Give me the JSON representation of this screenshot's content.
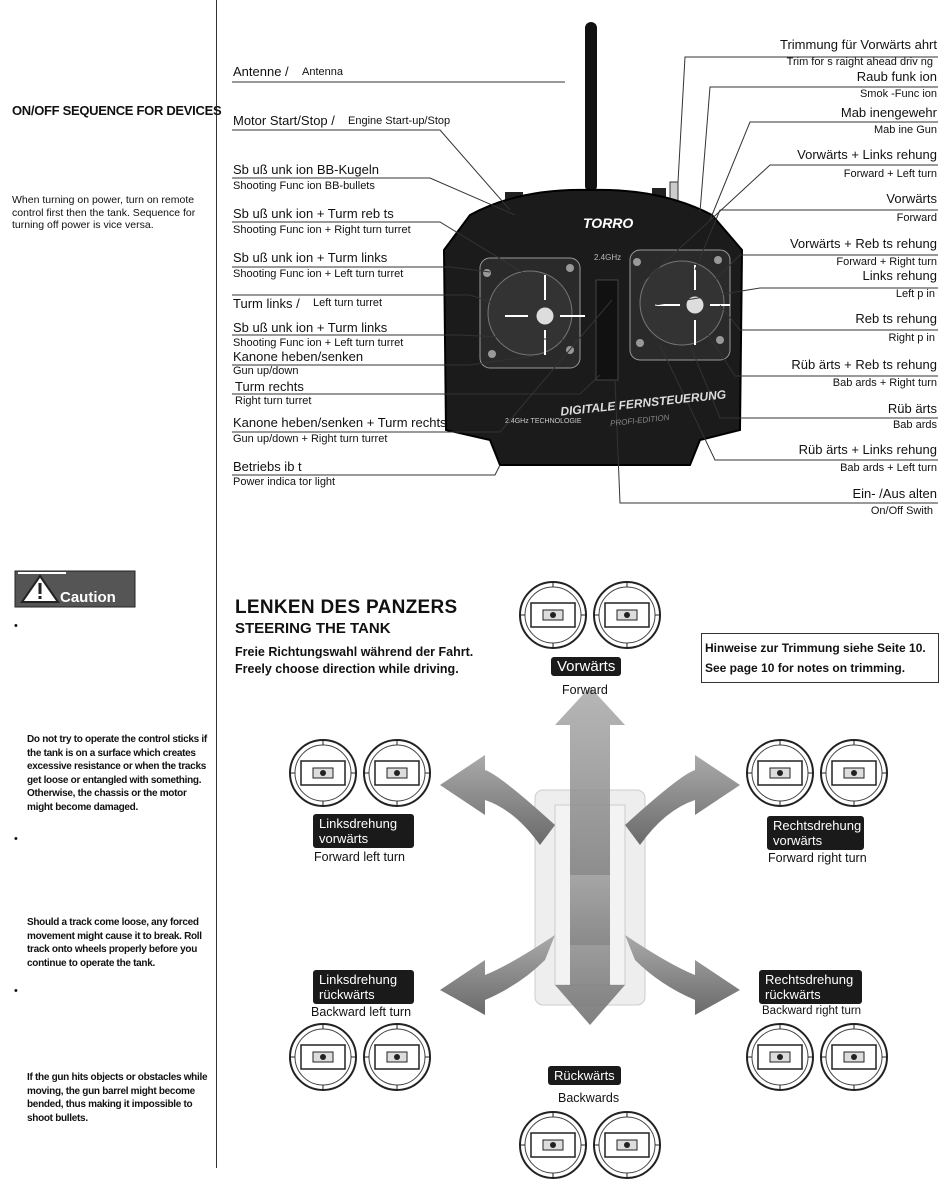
{
  "left": {
    "heading": "ON/OFF SEQUENCE FOR DEVICES",
    "paragraph": "When turning on power, turn on remote control first then the tank. Sequence for turning off power is vice versa.",
    "caution_label": "Caution",
    "warnings": [
      "Do not try to operate the control sticks if the tank is on a surface which creates excessive resistance or when the tracks get loose or entangled with something. Otherwise, the chassis or the motor might become damaged.",
      "Should a track come loose, any forced movement might cause it to break. Roll track onto wheels properly before you continue to operate the tank.",
      "If the gun hits objects or obstacles while moving, the gun barrel might become bended, thus making it impossible to shoot bullets."
    ],
    "bullet": "•"
  },
  "transmitter": {
    "brand": "TORRO",
    "band": "2.4GHz",
    "body_text": "DIGITALE FERNSTEUERUNG",
    "edition": "PROFI-EDITION",
    "tech": "2.4GHz TECHNOLOGIE",
    "left_labels": [
      {
        "de": "Antenne  /",
        "en": "Antenna"
      },
      {
        "de": "Motor Start/Stop  /",
        "en": "Engine Start-up/Stop"
      },
      {
        "de": "Sb uß  unk ion BB-Kugeln",
        "en": "Shooting Func ion BB-bullets"
      },
      {
        "de": "Sb uß  unk ion + Turm reb  ts",
        "en": "Shooting Func ion + Right turn turret"
      },
      {
        "de": "Sb uß  unk ion + Turm links",
        "en": "Shooting Func ion + Left turn turret"
      },
      {
        "de": "Turm links    /",
        "en": "Left turn turret"
      },
      {
        "de": "Sb uß  unk ion + Turm links",
        "en": "Shooting Func ion + Left turn turret"
      },
      {
        "de": "Kanone heben/senken",
        "en": "Gun up/down"
      },
      {
        "de": "Turm rechts",
        "en": "Right turn turret"
      },
      {
        "de": "Kanone heben/senken + Turm rechts",
        "en": "Gun up/down + Right turn turret"
      },
      {
        "de": "Betriebs ib  t",
        "en": "Power indica tor light"
      }
    ],
    "right_labels": [
      {
        "de": "Trimmung für Vorwärts ahrt",
        "en": "Trim for s raight ahead driv ng"
      },
      {
        "de": "Raub  funk ion",
        "en": "Smok  -Func ion"
      },
      {
        "de": "Mab    inengewehr",
        "en": "Mab ine Gun"
      },
      {
        "de": "Vorwärts + Links   rehung",
        "en": "Forward + Left turn"
      },
      {
        "de": "Vorwärts",
        "en": "Forward"
      },
      {
        "de": "Vorwärts + Reb  ts  rehung",
        "en": "Forward + Right turn"
      },
      {
        "de": "Links   rehung",
        "en": "Left p  in"
      },
      {
        "de": "Reb  ts  rehung",
        "en": "Right p  in"
      },
      {
        "de": "Rüb    ärts + Reb  ts  rehung",
        "en": "Bab    ards + Right turn"
      },
      {
        "de": "Rüb    ärts",
        "en": "Bab    ards"
      },
      {
        "de": "Rüb    ärts + Links   rehung",
        "en": "Bab    ards + Left turn"
      },
      {
        "de": "Ein- /Aus     alten",
        "en": "On/Off Swith"
      }
    ]
  },
  "steering": {
    "title_de": "LENKEN DES PANZERS",
    "title_en": "STEERING THE TANK",
    "line_de": "Freie Richtungswahl während der Fahrt.",
    "line_en": "Freely choose direction while driving.",
    "note_de": "Hinweise zur Trimmung siehe Seite 10.",
    "note_en": "See page 10 for notes on trimming.",
    "directions": {
      "forward": {
        "de": "Vorwärts",
        "en": "Forward"
      },
      "fwd_left": {
        "de": "Linksdrehung vorwärts",
        "en": "Forward left turn"
      },
      "fwd_right": {
        "de": "Rechtsdrehung vorwärts",
        "en": "Forward right turn"
      },
      "back_left": {
        "de": "Linksdrehung rückwärts",
        "en": "Backward left turn"
      },
      "back_right": {
        "de": "Rechtsdrehung rückwärts",
        "en": "Backward right turn"
      },
      "backward": {
        "de": "Rückwärts",
        "en": "Backwards"
      }
    }
  },
  "colors": {
    "pill_bg": "#1a1a1a",
    "arrow": "#8a8a8a",
    "line": "#333333"
  }
}
